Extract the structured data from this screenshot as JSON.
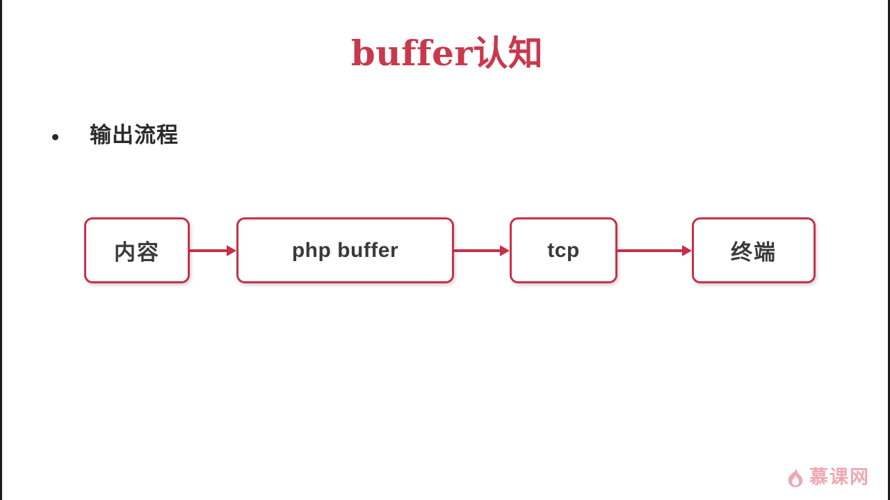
{
  "slide": {
    "title": "buffer认知",
    "title_color": "#c8394e",
    "background_color": "#ffffff"
  },
  "bullet": {
    "marker": "•",
    "text": "输出流程",
    "text_color": "#2b2b2b"
  },
  "diagram": {
    "type": "flow",
    "accent_color": "#c53048",
    "box_text_color": "#3a3a3a",
    "nodes": [
      {
        "label": "内容",
        "lang": "cn"
      },
      {
        "label": "php buffer",
        "lang": "en"
      },
      {
        "label": "tcp",
        "lang": "en"
      },
      {
        "label": "终端",
        "lang": "cn"
      }
    ],
    "connectors": [
      {
        "from": "内容",
        "to": "php buffer",
        "style": "arrow-right"
      },
      {
        "from": "php buffer",
        "to": "tcp",
        "style": "arrow-right"
      },
      {
        "from": "tcp",
        "to": "终端",
        "style": "arrow-right"
      }
    ]
  },
  "watermark": {
    "brand": "慕课网",
    "icon": "flame-icon",
    "color": "#eb9ba6"
  }
}
